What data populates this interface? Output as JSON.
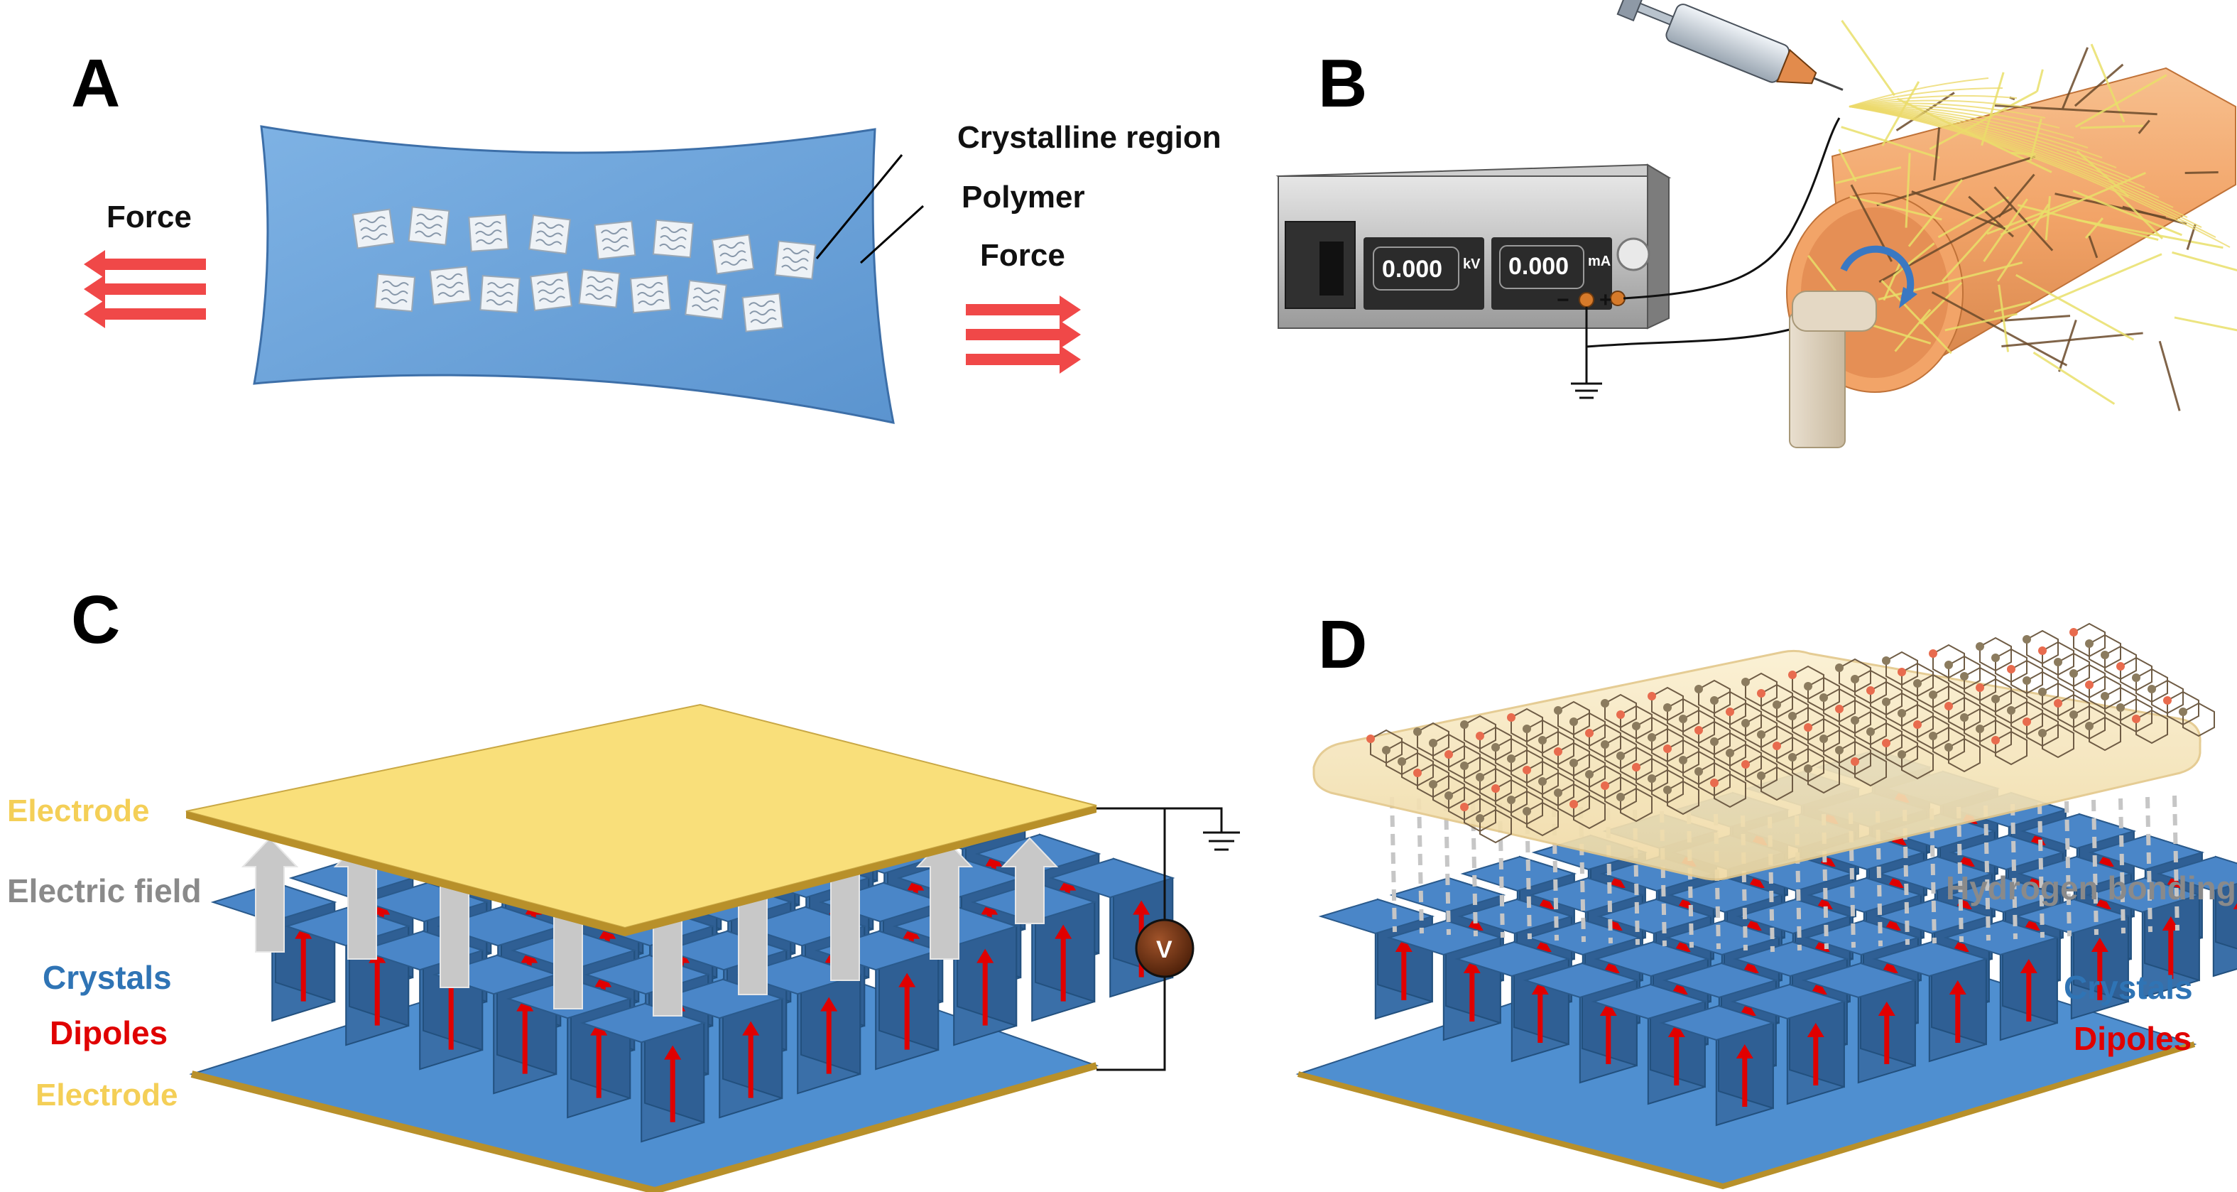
{
  "panels": {
    "a": {
      "letter": "A",
      "crystalline_label": "Crystalline region",
      "polymer_label": "Polymer",
      "force_left": "Force",
      "force_right": "Force"
    },
    "b": {
      "letter": "B",
      "voltage_value": "0.000",
      "voltage_unit": "kV",
      "current_value": "0.000",
      "current_unit": "mA",
      "minus": "−",
      "plus": "+"
    },
    "c": {
      "letter": "C",
      "electrode_top": "Electrode",
      "electric_field": "Electric field",
      "crystals": "Crystals",
      "dipoles": "Dipoles",
      "electrode_bottom": "Electrode",
      "voltmeter": "V"
    },
    "d": {
      "letter": "D",
      "hydrogen_bonding": "Hydrogen bonding",
      "crystals": "Crystals",
      "dipoles": "Dipoles"
    }
  },
  "colors": {
    "membrane": "#6fa8dc",
    "force_arrow": "#f04848",
    "crystal_top": "#4a86c8",
    "crystal_side": "#2f5f94",
    "dipole": "#e00000",
    "electrode_gold": "#f9df7a",
    "field_arrow": "#c8c8c8",
    "substrate": "#4f8fd0",
    "fibers": "#e9e06a",
    "drum": "#f2a86a"
  }
}
